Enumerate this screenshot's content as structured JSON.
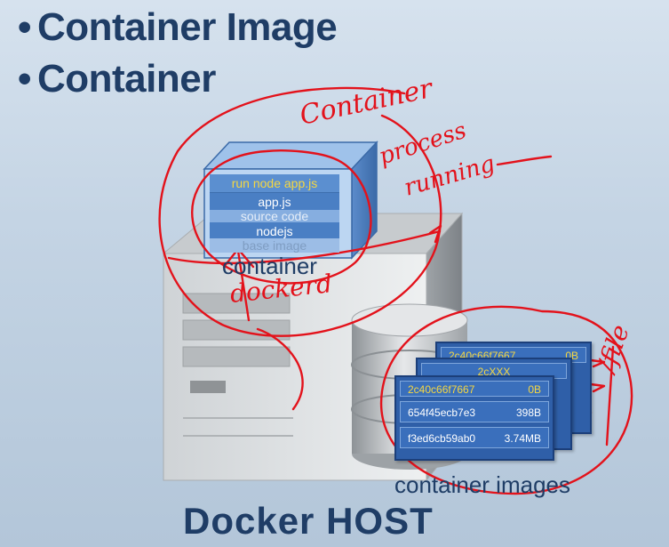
{
  "bullets": [
    {
      "marker": "•",
      "text": "Container Image"
    },
    {
      "marker": "•",
      "text": "Container"
    }
  ],
  "container": {
    "layers": {
      "command": "run node app.js",
      "app": "app.js",
      "source": "source code",
      "runtime": "nodejs",
      "base": "base image"
    },
    "label": "container"
  },
  "images": {
    "back2_head": {
      "id": "2c40c66f7667",
      "size": "0B"
    },
    "back1_head": {
      "id": "2cXXX",
      "size": ""
    },
    "front_rows": [
      {
        "id": "2c40c66f7667",
        "size": "0B"
      },
      {
        "id": "654f45ecb7e3",
        "size": "398B"
      },
      {
        "id": "f3ed6cb59ab0",
        "size": "3.74MB"
      }
    ],
    "label": "container images"
  },
  "host_label": "Docker  HOST",
  "annotations": {
    "container": "Container",
    "process": "process",
    "running": "running",
    "dockerd": "dockerd",
    "file": "/file"
  },
  "colors": {
    "title": "#1f3d66",
    "ink": "#e3121b",
    "card": "#2f5fa8",
    "highlight": "#f5d742"
  }
}
